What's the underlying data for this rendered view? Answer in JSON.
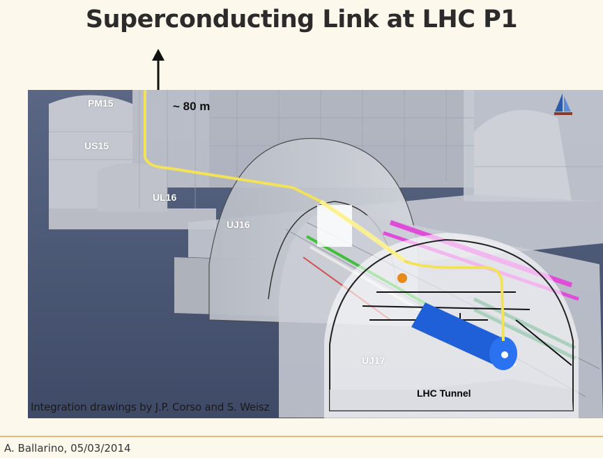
{
  "slide": {
    "title": "Superconducting Link at LHC P1",
    "credit": "Integration drawings by J.P. Corso and S. Weisz",
    "footer": "A. Ballarino,  05/03/2014"
  },
  "figure": {
    "labels": {
      "pm15": "PM15",
      "us15": "US15",
      "ul16": "UL16",
      "uj16": "UJ16",
      "uj17": "UJ17",
      "tunnel": "LHC Tunnel",
      "distance": "~ 80 m"
    },
    "colors": {
      "background": "#4a5874",
      "structure": "#c9ccd4",
      "link": "#f2e25a",
      "magenta": "#e04bd8",
      "green": "#3fbf3a",
      "magnet": "#1f5fd8"
    }
  }
}
